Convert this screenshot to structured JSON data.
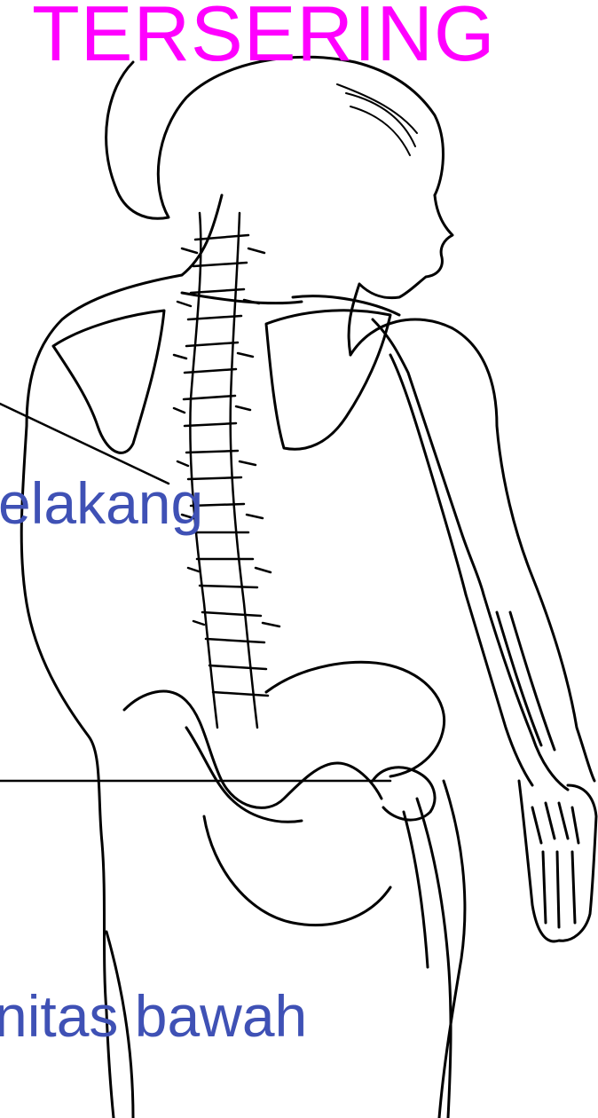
{
  "title": "TERSERING",
  "labels": {
    "back": "elakang",
    "lower_extremity": "nitas bawah"
  },
  "colors": {
    "title": "#ff00ff",
    "label": "#3f51b5",
    "line": "#000000",
    "background": "#ffffff"
  }
}
